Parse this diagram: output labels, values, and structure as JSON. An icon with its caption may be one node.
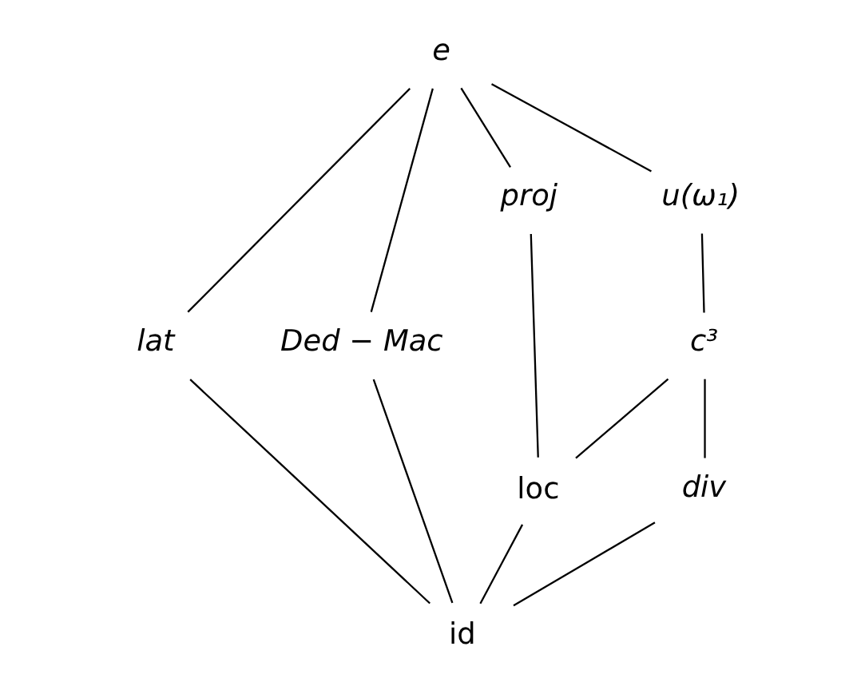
{
  "diagram": {
    "nodes": [
      {
        "text": [
          "e"
        ]
      },
      {
        "text": [
          "lat"
        ]
      },
      {
        "text": [
          "Ded − Mac"
        ]
      },
      {
        "text": [
          "proj"
        ]
      },
      {
        "text": [
          "u(ω₁)"
        ]
      },
      {
        "text": [
          "c³"
        ]
      },
      {
        "text": [
          "loc"
        ]
      },
      {
        "text": [
          "div"
        ]
      },
      {
        "text": [
          "id"
        ]
      }
    ],
    "edges": [
      {
        "from": 0,
        "to": 1,
        "arrow": "none"
      },
      {
        "from": 0,
        "to": 2,
        "arrow": "none"
      },
      {
        "from": 0,
        "to": 3,
        "arrow": "none"
      },
      {
        "from": 0,
        "to": 4,
        "arrow": "none"
      },
      {
        "from": 4,
        "to": 5,
        "arrow": "none"
      },
      {
        "from": 5,
        "to": 6,
        "arrow": "none"
      },
      {
        "from": 5,
        "to": 7,
        "arrow": "none"
      },
      {
        "from": 3,
        "to": 6,
        "arrow": "none"
      },
      {
        "from": 1,
        "to": 8,
        "arrow": "none"
      },
      {
        "from": 2,
        "to": 8,
        "arrow": "none"
      },
      {
        "from": 6,
        "to": 8,
        "arrow": "none"
      },
      {
        "from": 7,
        "to": 8,
        "arrow": "none"
      }
    ]
  }
}
